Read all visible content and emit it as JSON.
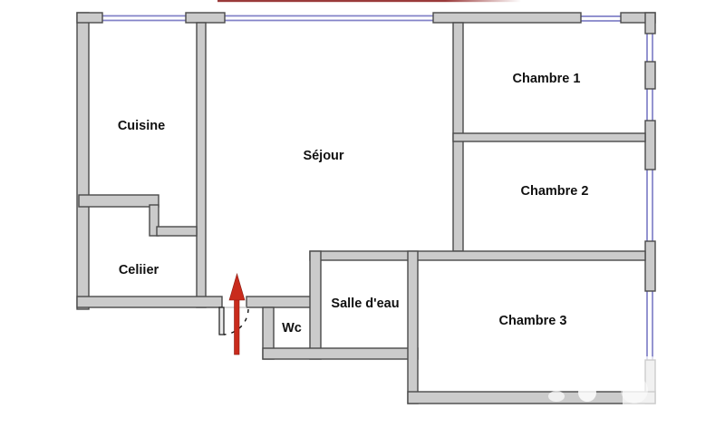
{
  "plan": {
    "type_label": "floor-plan",
    "rooms": {
      "cuisine": {
        "label": "Cuisine"
      },
      "cellier": {
        "label": "Celiier"
      },
      "sejour": {
        "label": "Séjour"
      },
      "chambre1": {
        "label": "Chambre 1"
      },
      "chambre2": {
        "label": "Chambre 2"
      },
      "chambre3": {
        "label": "Chambre 3"
      },
      "salle_deau": {
        "label": "Salle d'eau"
      },
      "wc": {
        "label": "Wc"
      }
    },
    "icons": {
      "entrance_arrow": "up-arrow-entrance",
      "door_swing": "dashed-door-swing-arc"
    },
    "colors": {
      "wall_fill": "#cbcbcb",
      "wall_outline": "#4a4a4a",
      "window_blue": "#8282c8",
      "arrow_red": "#c92b1c",
      "top_line_red": "#9a3a3a",
      "background": "#ffffff",
      "label_text": "#101010"
    }
  }
}
